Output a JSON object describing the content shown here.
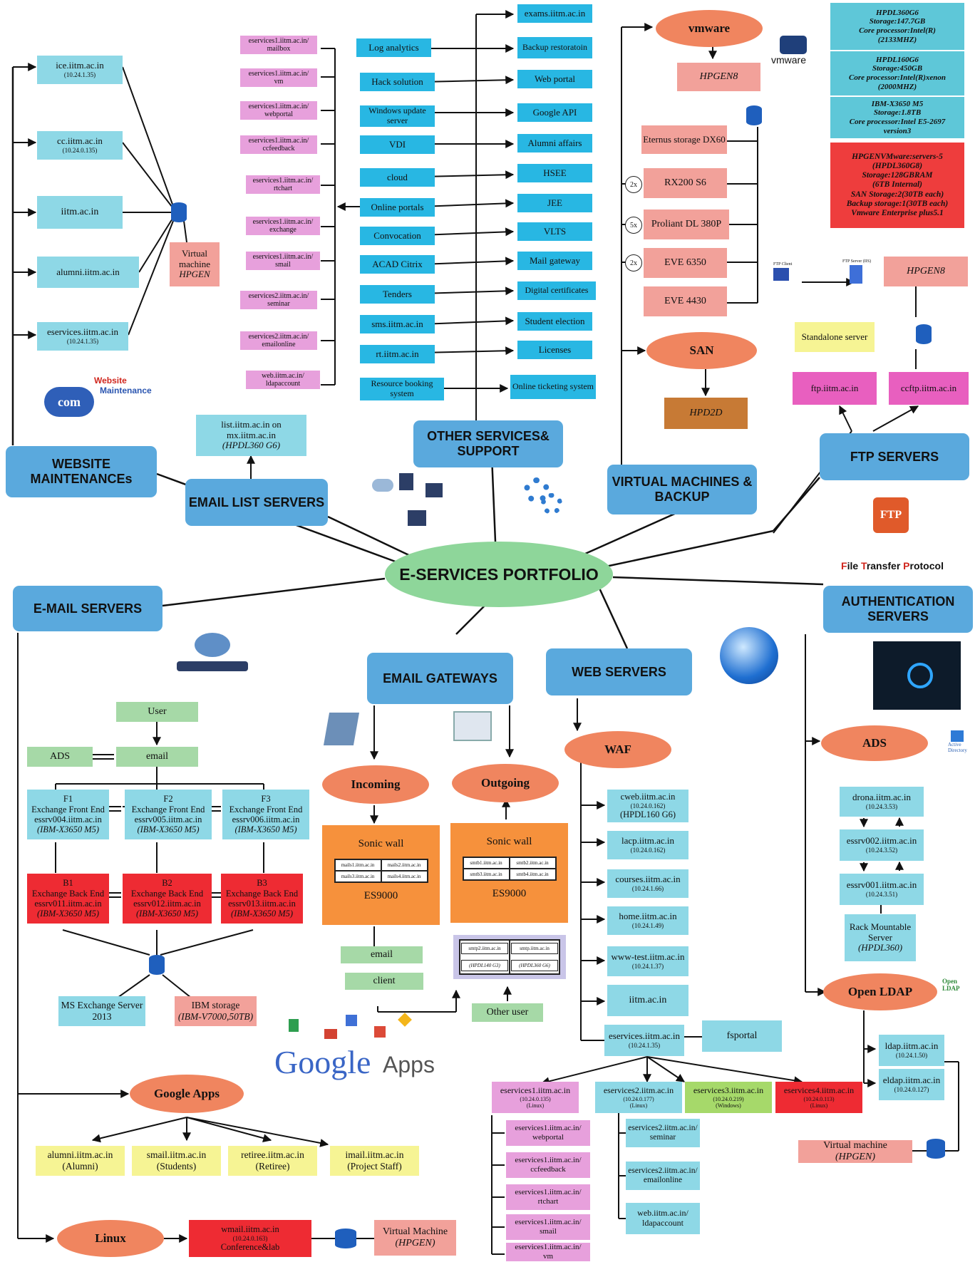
{
  "center": "E-SERVICES PORTFOLIO",
  "categories": {
    "website_maintenance": "WEBSITE MAINTENANCEs",
    "email_list_servers": "EMAIL LIST SERVERS",
    "other_services": "OTHER SERVICES& SUPPORT",
    "vm_backup": "VIRTUAL MACHINES & BACKUP",
    "ftp_servers": "FTP SERVERS",
    "email_servers": "E-MAIL SERVERS",
    "email_gateways": "EMAIL GATEWAYS",
    "web_servers": "WEB SERVERS",
    "auth_servers": "AUTHENTICATION SERVERS"
  },
  "websites": [
    {
      "name": "ice.iitm.ac.in",
      "ip": "(10.24.1.35)"
    },
    {
      "name": "cc.iitm.ac.in",
      "ip": "(10.24.0.135)"
    },
    {
      "name": "iitm.ac.in",
      "ip": ""
    },
    {
      "name": "alumni.iitm.ac.in",
      "ip": ""
    },
    {
      "name": "eservices.iitm.ac.in",
      "ip": "(10.24.1.35)"
    }
  ],
  "website_vm": {
    "line1": "Virtual",
    "line2": "machine",
    "line3": "HPGEN"
  },
  "website_logo": {
    "line1": "Website",
    "line2": "Maintenance"
  },
  "email_list": {
    "line1": "list.iitm.ac.in on",
    "line2": "mx.iitm.ac.in",
    "line3": "(HPDL360 G6)"
  },
  "pink_services": [
    {
      "l1": "eservices1.iitm.ac.in/",
      "l2": "mailbox"
    },
    {
      "l1": "eservices1.iitm.ac.in/",
      "l2": "vm"
    },
    {
      "l1": "eservices1.iitm.ac.in/",
      "l2": "webportal"
    },
    {
      "l1": "eservices1.iitm.ac.in/",
      "l2": "ccfeedback"
    },
    {
      "l1": "eservices1.iitm.ac.in/",
      "l2": "rtchart"
    },
    {
      "l1": "eservices1.iitm.ac.in/",
      "l2": "exchange"
    },
    {
      "l1": "eservices1.iitm.ac.in/",
      "l2": "smail"
    },
    {
      "l1": "eservices2.iitm.ac.in/",
      "l2": "seminar"
    },
    {
      "l1": "eservices2.iitm.ac.in/",
      "l2": "emailonline"
    },
    {
      "l1": "web.iitm.ac.in/",
      "l2": "ldapaccount"
    }
  ],
  "other_left": [
    "Log analytics",
    "Hack solution",
    "Windows update server",
    "VDI",
    "cloud",
    "Online portals",
    "Convocation",
    "ACAD Citrix",
    "Tenders",
    "sms.iitm.ac.in",
    "rt.iitm.ac.in",
    "Resource booking system"
  ],
  "other_right": [
    "exams.iitm.ac.in",
    "Backup restoratoin",
    "Web portal",
    "Google API",
    "Alumni affairs",
    "HSEE",
    "JEE",
    "VLTS",
    "Mail gateway",
    "Digital certificates",
    "Student election",
    "Licenses",
    "Online ticketing system"
  ],
  "vm": {
    "vmware": "vmware",
    "vmware_logo": "vmware",
    "hpgen8": "HPGEN8",
    "storage": [
      {
        "label": "Eternus storage DX60",
        "count": ""
      },
      {
        "label": "RX200 S6",
        "count": "2x"
      },
      {
        "label": "Proliant DL 380P",
        "count": "5x"
      },
      {
        "label": "EVE 6350",
        "count": "2x"
      },
      {
        "label": "EVE 4430",
        "count": ""
      }
    ],
    "san": "SAN",
    "hpd2d": "HPD2D"
  },
  "hw_specs": [
    [
      "HPDL360G6",
      "Storage:147.7GB",
      "Core processor:Intel(R)",
      "(2133MHZ)"
    ],
    [
      "HPDL160G6",
      "Storage:450GB",
      "Core processor:Intel(R)xenon",
      "(2000MHZ)"
    ],
    [
      "IBM-X3650 M5",
      "Storage:1.8TB",
      "Core processor:Intel E5-2697",
      "version3"
    ]
  ],
  "hw_red": [
    "HPGENVMware:servers-5",
    "(HPDL360G8)",
    "Storage:128GBRAM",
    "(6TB Internal)",
    "SAN Storage:2(30TB each)",
    "Backup storage:1(30TB each)",
    "Vmware Enterprise plus5.1"
  ],
  "ftp": {
    "client": "FTP Client",
    "server": "FTP Server (IIS)",
    "hpgen8": "HPGEN8",
    "standalone": "Standalone server",
    "ftp1": "ftp.iitm.ac.in",
    "ftp2": "ccftp.iitm.ac.in",
    "logo_f": "F",
    "logo_ile": "ile ",
    "logo_t": "T",
    "logo_ransfer": "ransfer ",
    "logo_p": "P",
    "logo_rotocol": "rotocol"
  },
  "exchange": {
    "user": "User",
    "ads": "ADS",
    "email": "email",
    "front": [
      {
        "id": "F1",
        "role": "Exchange Front End",
        "host": "essrv004.iitm.ac.in",
        "hw": "(IBM-X3650 M5)"
      },
      {
        "id": "F2",
        "role": "Exchange Front End",
        "host": "essrv005.iitm.ac.in",
        "hw": "(IBM-X3650 M5)"
      },
      {
        "id": "F3",
        "role": "Exchange Front End",
        "host": "essrv006.iitm.ac.in",
        "hw": "(IBM-X3650 M5)"
      }
    ],
    "back": [
      {
        "id": "B1",
        "role": "Exchange Back End",
        "host": "essrv011.iitm.ac.in",
        "hw": "(IBM-X3650 M5)"
      },
      {
        "id": "B2",
        "role": "Exchange Back End",
        "host": "essrv012.iitm.ac.in",
        "hw": "(IBM-X3650 M5)"
      },
      {
        "id": "B3",
        "role": "Exchange Back End",
        "host": "essrv013.iitm.ac.in",
        "hw": "(IBM-X3650 M5)"
      }
    ],
    "ms_exchange": "MS Exchange Server 2013",
    "ibm_storage": "IBM storage",
    "ibm_storage_hw": "(IBM-V7000,50TB)"
  },
  "google": {
    "label": "Google Apps",
    "logo": "Google",
    "logo_apps": "Apps",
    "domains": [
      {
        "name": "alumni.iitm.ac.in",
        "who": "(Alumni)"
      },
      {
        "name": "smail.iitm.ac.in",
        "who": "(Students)"
      },
      {
        "name": "retiree.iitm.ac.in",
        "who": "(Retiree)"
      },
      {
        "name": "imail.iitm.ac.in",
        "who": "(Project Staff)"
      }
    ]
  },
  "linux": {
    "label": "Linux",
    "wmail": "wmail.iitm.ac.in",
    "wmail_ip": "(10.24.0.163)",
    "wmail_desc": "Conference&lab",
    "vm": "Virtual Machine",
    "vm_hw": "(HPGEN)"
  },
  "gateways": {
    "incoming": "Incoming",
    "outgoing": "Outgoing",
    "sonicwall": "Sonic wall",
    "es": "ES9000",
    "in_grid": [
      "mails1.iitm.ac.in",
      "mails2.iitm.ac.in",
      "mails3.iitm.ac.in",
      "mails4.iitm.ac.in"
    ],
    "out_grid": [
      "smtb1.iitm.ac.in",
      "smtb2.iitm.ac.in",
      "smtb3.iitm.ac.in",
      "smtb4.iitm.ac.in"
    ],
    "email": "email",
    "client": "client",
    "relay1": "smtp2.iitm.ac.in",
    "relay1_hw": "(HPDL140 G3)",
    "relay2": "smtp.iitm.ac.in",
    "relay2_hw": "(HPDL360 G6)",
    "other_user": "Other user"
  },
  "web": {
    "waf": "WAF",
    "sites": [
      {
        "name": "cweb.iitm.ac.in",
        "ip": "(10.24.0.162)",
        "hw": "(HPDL160 G6)"
      },
      {
        "name": "lacp.iitm.ac.in",
        "ip": "(10.24.0.162)",
        "hw": ""
      },
      {
        "name": "courses.iitm.ac.in",
        "ip": "(10.24.1.66)",
        "hw": ""
      },
      {
        "name": "home.iitm.ac.in",
        "ip": "(10.24.1.49)",
        "hw": ""
      },
      {
        "name": "www-test.iitm.ac.in",
        "ip": "(10.24.1.37)",
        "hw": ""
      },
      {
        "name": "iitm.ac.in",
        "ip": "",
        "hw": ""
      }
    ],
    "eservices": "eservices.iitm.ac.in",
    "eservices_ip": "(10.24.1.35)",
    "fsportal": "fsportal",
    "es_nodes": [
      {
        "name": "eservices1.iitm.ac.in",
        "ip": "(10.24.0.135)",
        "os": "(Linux)"
      },
      {
        "name": "eservices2.iitm.ac.in",
        "ip": "(10.24.0.177)",
        "os": "(Linux)"
      },
      {
        "name": "eservices3.iitm.ac.in",
        "ip": "(10.24.0.219)",
        "os": "(Windows)"
      },
      {
        "name": "eservices4.iitm.ac.in",
        "ip": "(10.24.0.113)",
        "os": "(Linux)"
      }
    ],
    "es1_sub": [
      {
        "l1": "eservices1.iitm.ac.in/",
        "l2": "webportal"
      },
      {
        "l1": "eservices1.iitm.ac.in/",
        "l2": "ccfeedback"
      },
      {
        "l1": "eservices1.iitm.ac.in/",
        "l2": "rtchart"
      },
      {
        "l1": "eservices1.iitm.ac.in/",
        "l2": "smail"
      },
      {
        "l1": "eservices1.iitm.ac.in/",
        "l2": "vm"
      }
    ],
    "es2_sub": [
      {
        "l1": "eservices2.iitm.ac.in/",
        "l2": "seminar"
      },
      {
        "l1": "eservices2.iitm.ac.in/",
        "l2": "emailonline"
      },
      {
        "l1": "web.iitm.ac.in/",
        "l2": "ldapaccount"
      }
    ]
  },
  "auth": {
    "ads": "ADS",
    "ads_logo": "Active Directory",
    "chain": [
      {
        "name": "drona.iitm.ac.in",
        "ip": "(10.24.3.53)"
      },
      {
        "name": "essrv002.iitm.ac.in",
        "ip": "(10.24.3.52)"
      },
      {
        "name": "essrv001.iitm.ac.in",
        "ip": "(10.24.3.51)"
      }
    ],
    "rack": "Rack Mountable Server",
    "rack_hw": "(HPDL360)",
    "openldap": "Open LDAP",
    "openldap_logo": "Open LDAP",
    "ldap": [
      {
        "name": "ldap.iitm.ac.in",
        "ip": "(10.24.1.50)"
      },
      {
        "name": "eldap.iitm.ac.in",
        "ip": "(10.24.0.127)"
      }
    ],
    "vm": "Virtual machine",
    "vm_hw": "(HPGEN)"
  },
  "colors": {
    "category": "#5aa9dd",
    "center": "#8ed69a",
    "ellipse": "#f0855f",
    "service": "#28b7e3",
    "site": "#8ed8e6"
  }
}
